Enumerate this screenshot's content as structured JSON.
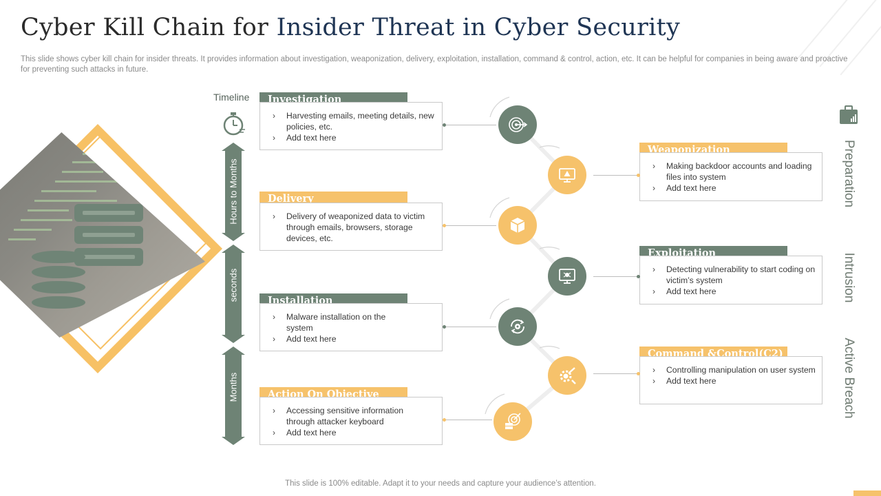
{
  "title": {
    "part1": "Cyber Kill Chain for",
    "part2": "Insider Threat in Cyber Security"
  },
  "description": "This slide shows cyber kill chain for insider threats. It provides information about investigation, weaponization, delivery, exploitation, installation, command & control, action, etc. It can be helpful for companies in being aware and proactive for preventing such attacks in future.",
  "footer": "This slide is 100% editable. Adapt it to your needs and capture your audience’s attention.",
  "timeline": {
    "label": "Timeline",
    "segments": [
      "Hours to Months",
      "seconds",
      "Months"
    ]
  },
  "phases": [
    "Preparation",
    "Intrusion",
    "Active Breach"
  ],
  "stages_left": [
    {
      "title": "Investigation",
      "items": [
        "Harvesting emails, meeting details, new policies, etc.",
        "Add text here"
      ],
      "color": "#6e8375",
      "icon": "target-icon"
    },
    {
      "title": "Delivery",
      "items": [
        "Delivery of weaponized data to victim through emails, browsers, storage devices, etc."
      ],
      "color": "#f6c26b",
      "icon": "package-icon"
    },
    {
      "title": "Installation",
      "items": [
        "Malware installation on the system",
        "Add text here"
      ],
      "color": "#6e8375",
      "icon": "gear-cycle-icon"
    },
    {
      "title": "Action On Objective",
      "items": [
        "Accessing sensitive information through attacker keyboard",
        "Add text here"
      ],
      "color": "#f6c26b",
      "icon": "target-server-icon"
    }
  ],
  "stages_right": [
    {
      "title": "Weaponization",
      "items": [
        "Making backdoor accounts and loading files into system",
        "Add text here"
      ],
      "color": "#f6c26b",
      "icon": "monitor-alert-icon"
    },
    {
      "title": "Exploitation",
      "items": [
        "Detecting vulnerability to start coding on victim’s system",
        "Add text here"
      ],
      "color": "#6e8375",
      "icon": "monitor-bug-icon"
    },
    {
      "title": "Command &Control(C2)",
      "items": [
        "Controlling manipulation on user system",
        "Add text here"
      ],
      "color": "#f6c26b",
      "icon": "settings-tools-icon"
    }
  ],
  "colors": {
    "green": "#6e8375",
    "orange": "#f6c26b"
  }
}
